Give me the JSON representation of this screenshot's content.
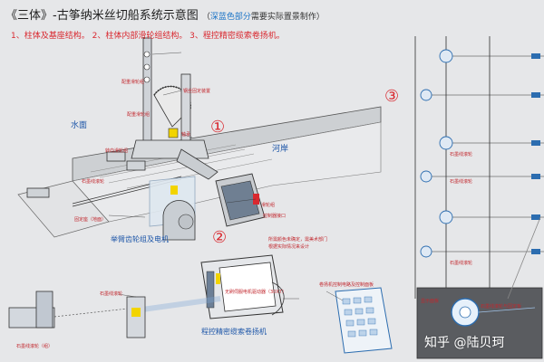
{
  "title": {
    "main": "《三体》-古筝纳米丝切船系统示意图",
    "note_open": "（",
    "note_blue": "深蓝色部分",
    "note_rest": "需要实际置景制作）"
  },
  "legend": "1、柱体及基座结构。 2、柱体内部滑轮组结构。 3、程控精密缆索卷扬机。",
  "markers": [
    "①",
    "②",
    "③"
  ],
  "labels": {
    "water": "水面",
    "riverbank": "河岸",
    "gear_pulley": "举臂齿轮组及电机",
    "winch": "程控精密缆索卷扬机",
    "small_top_a": "配重滑轮组",
    "small_top_b": "钢丝固定装置",
    "small_top_c": "配重滑轮组",
    "small_mid_a": "转向滑轮组",
    "small_mid_b": "轴承",
    "small_base": "固定座（地面）",
    "small_housing": "滑轮组",
    "small_ctrl": "控制器接口",
    "small_note1": "所需颜色未确定，需美术部门",
    "small_note2": "根据实际情况来设计",
    "small_motor": "无刷伺服电机驱动器（30X7）",
    "small_ctrl2": "卷扬机控制电路及控制面板",
    "small_stone": "石墨线滚轮",
    "small_stone2": "石墨线滚轮",
    "small_left_bottom": "石墨线滚轮（组）",
    "small_pole_right1": "石墨线滚轮",
    "small_pole_right2": "石墨线滚轮",
    "small_zoom_a": "显示面板",
    "small_zoom_b": "石墨线滚轮与固定板",
    "small_pole_right3": "石墨线滚轮"
  },
  "watermark": "知乎 @陆贝珂",
  "colors": {
    "red": "#d9282f",
    "blue": "#1a73c6",
    "line": "#2f2f2f",
    "bg": "#e6e7e9"
  }
}
